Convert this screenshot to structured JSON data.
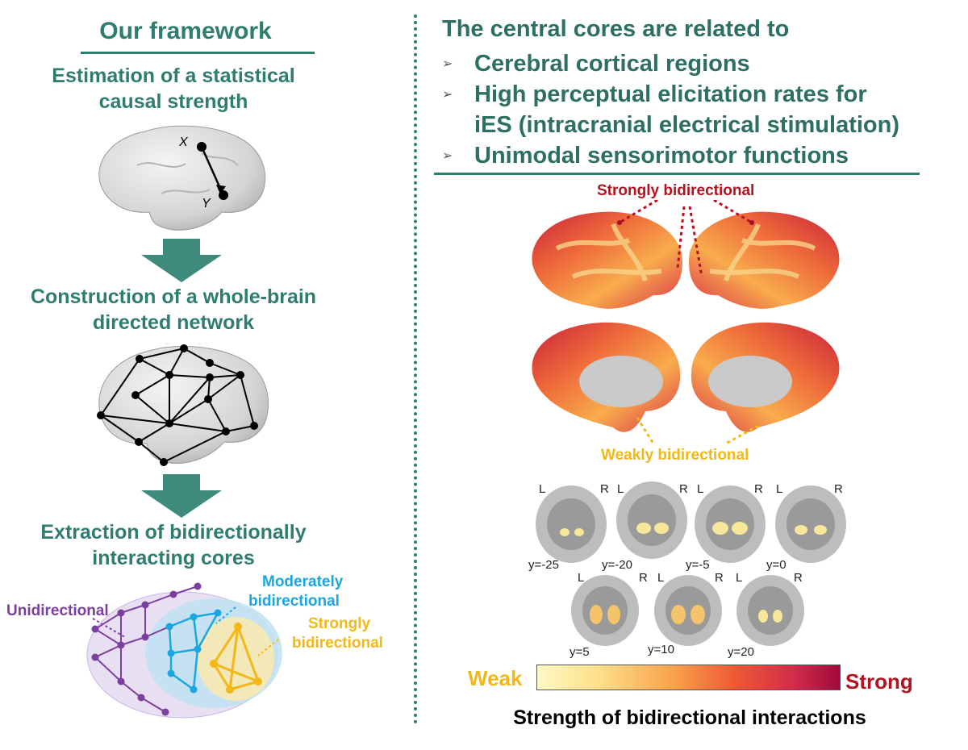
{
  "left": {
    "title": "Our framework",
    "steps": [
      {
        "line1": "Estimation of a statistical",
        "line2": "causal strength"
      },
      {
        "line1": "Construction of a whole-brain",
        "line2": "directed network"
      },
      {
        "line1": "Extraction of bidirectionally",
        "line2": "interacting cores"
      }
    ],
    "node_x": "X",
    "node_y": "Y",
    "legend": {
      "unidirectional": "Unidirectional",
      "moderately_1": "Moderately",
      "moderately_2": "bidirectional",
      "strongly_1": "Strongly",
      "strongly_2": "bidirectional"
    }
  },
  "right": {
    "title": "The central cores are related to",
    "bullets": [
      {
        "text": "Cerebral cortical regions"
      },
      {
        "text": "High perceptual elicitation rates for",
        "text2": "iES (intracranial electrical stimulation)"
      },
      {
        "text": "Unimodal sensorimotor functions"
      }
    ],
    "strongly_label": "Strongly bidirectional",
    "weakly_label": "Weakly bidirectional",
    "slices_top": [
      "y=-25",
      "y=-20",
      "y=-5",
      "y=0"
    ],
    "slices_bottom": [
      "y=5",
      "y=10",
      "y=20"
    ],
    "left_letter": "L",
    "right_letter": "R",
    "colorbar": {
      "weak": "Weak",
      "strong": "Strong",
      "caption": "Strength of bidirectional interactions"
    }
  },
  "colors": {
    "teal": "#2e7d6f",
    "purple": "#7b3fa0",
    "blue": "#1aa6e0",
    "yellow": "#f2b818",
    "strong_red": "#b3131f"
  }
}
